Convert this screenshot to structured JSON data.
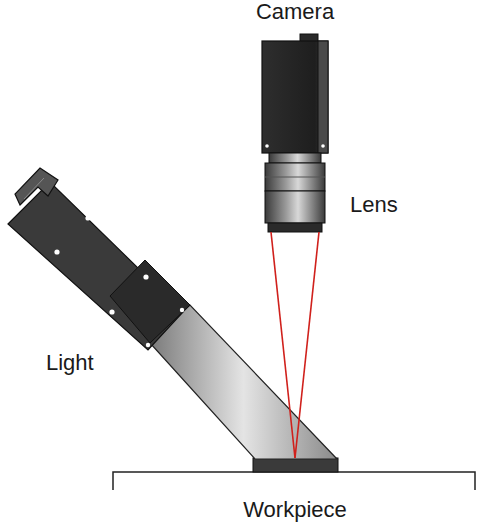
{
  "diagram": {
    "labels": [
      "Camera",
      "Lens",
      "Light",
      "Workpiece"
    ]
  }
}
